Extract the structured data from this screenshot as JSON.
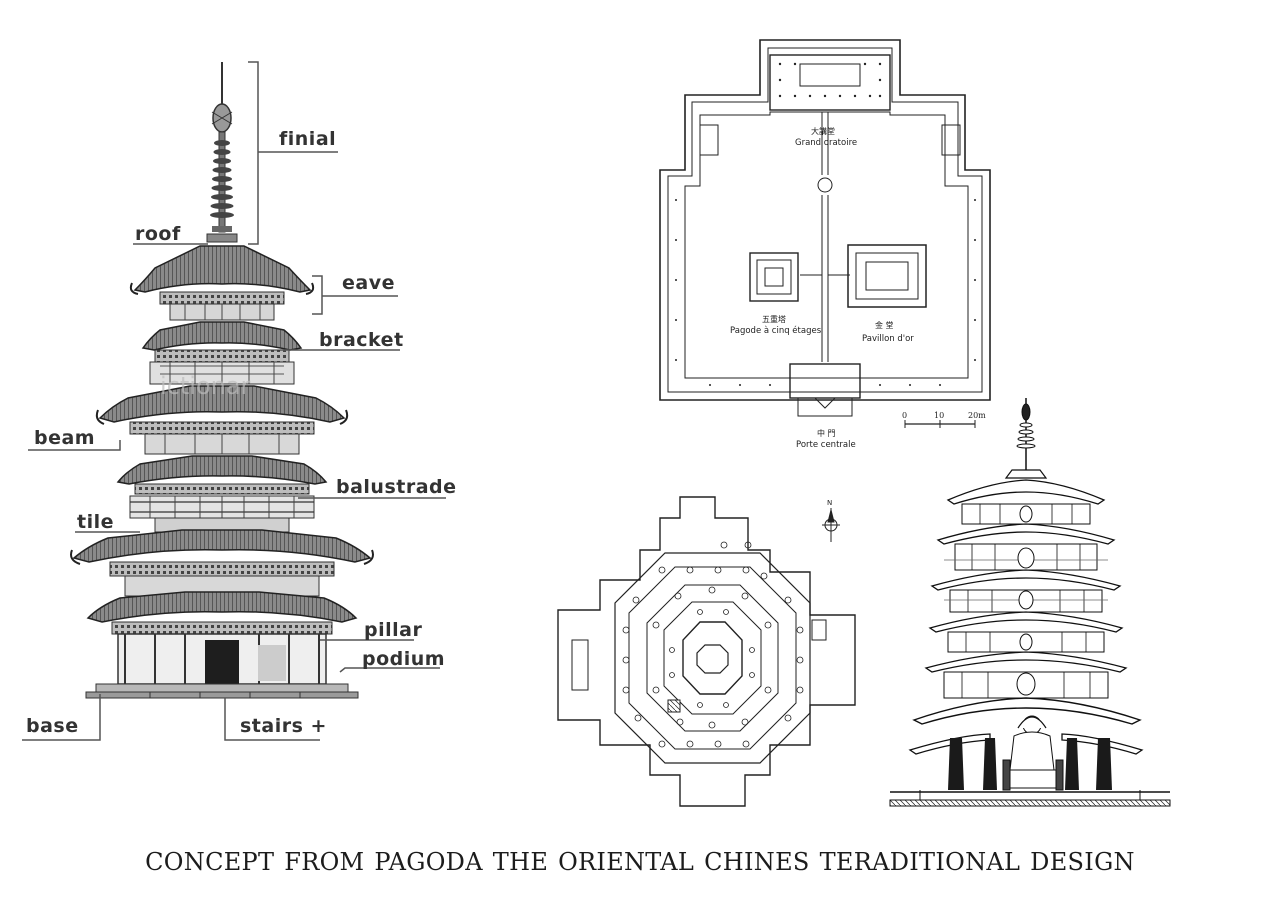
{
  "pagoda_elevation": {
    "labels": {
      "finial": "finial",
      "roof": "roof",
      "eave": "eave",
      "bracket": "bracket",
      "beam": "beam",
      "balustrade": "balustrade",
      "tile": "tile",
      "pillar": "pillar",
      "podium": "podium",
      "base": "base",
      "stairs": "stairs +"
    },
    "watermark": "ictionar"
  },
  "temple_plan": {
    "grand_oratoire_cjk": "大講堂",
    "grand_oratoire": "Grand oratoire",
    "pagoda_cjk": "五重塔",
    "pagoda": "Pagode à cinq étages",
    "pavillon_cjk": "金 堂",
    "pavillon": "Pavillon d'or",
    "porte_cjk": "中 門",
    "porte": "Porte centrale",
    "scale": {
      "ticks": [
        "0",
        "10",
        "20m"
      ]
    }
  },
  "octagonal_plan": {
    "north": "N"
  },
  "caption": "CONCEPT   FROM   PAGODA  THE  ORIENTAL CHINES TERADITIONAL DESIGN",
  "colors": {
    "ink": "#222222",
    "roof_gray": "#555555",
    "label_gray": "#333333",
    "base_gray": "#b8b8b8"
  }
}
